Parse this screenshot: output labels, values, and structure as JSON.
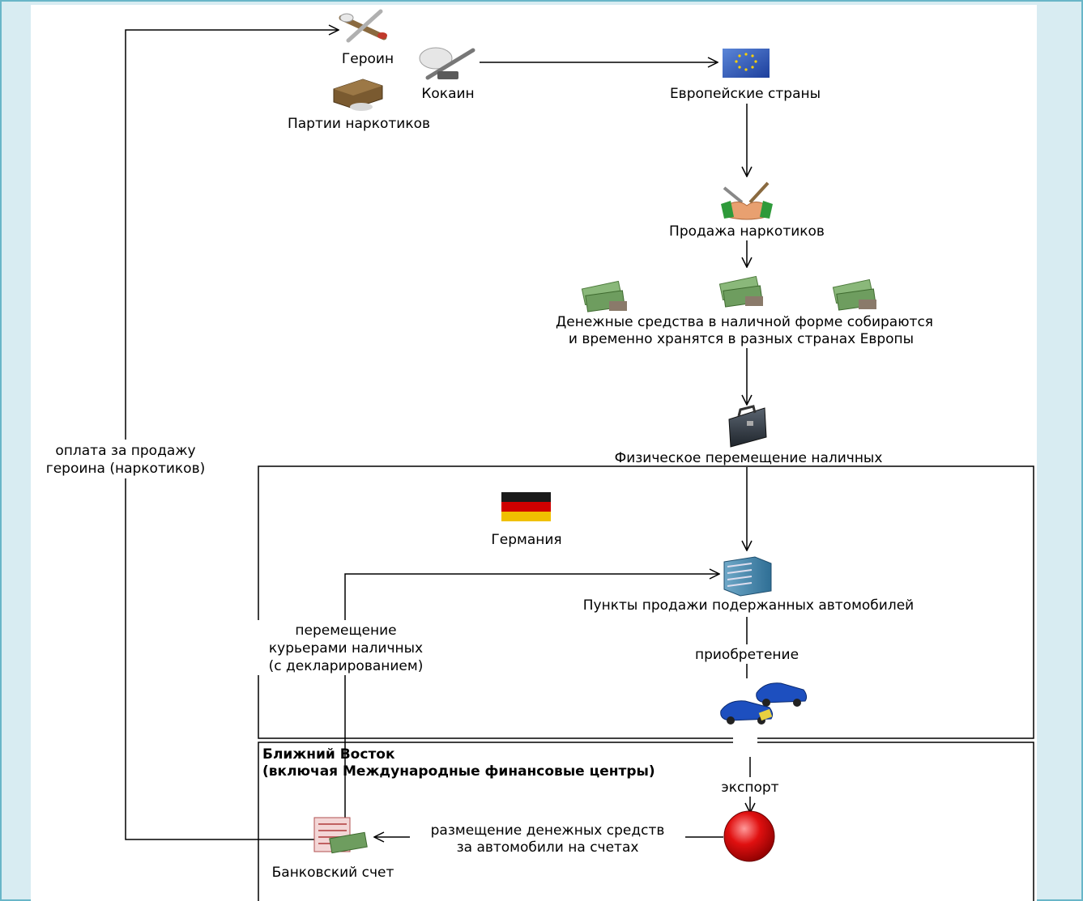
{
  "nodes": {
    "heroin": "Героин",
    "cocaine": "Кокаин",
    "drug_batches": "Партии наркотиков",
    "european_countries": "Европейские страны",
    "drug_sales": "Продажа наркотиков",
    "cash_collected_line1": "Денежные средства в наличной форме собираются",
    "cash_collected_line2": "и временно хранятся в разных странах Европы",
    "physical_movement": "Физическое перемещение наличных",
    "germany": "Германия",
    "used_car_dealers": "Пункты продажи подержанных автомобилей",
    "bank_account": "Банковский счет"
  },
  "regions": {
    "middle_east_line1": "Ближний Восток",
    "middle_east_line2": "(включая Международные финансовые центры)"
  },
  "edges": {
    "payment_line1": "оплата за продажу",
    "payment_line2": "героина (наркотиков)",
    "couriers_line1": "перемещение",
    "couriers_line2": "курьерами наличных",
    "couriers_line3": "(с декларированием)",
    "purchase": "приобретение",
    "export": "экспорт",
    "placement_line1": "размещение денежных средств",
    "placement_line2": "за автомобили на счетах"
  },
  "colors": {
    "frame": "#69b6c8",
    "background": "#d8ecf2",
    "eu_flag": "#2a55b8",
    "car_blue": "#1d4fbf",
    "red_ball": "#e01010"
  }
}
